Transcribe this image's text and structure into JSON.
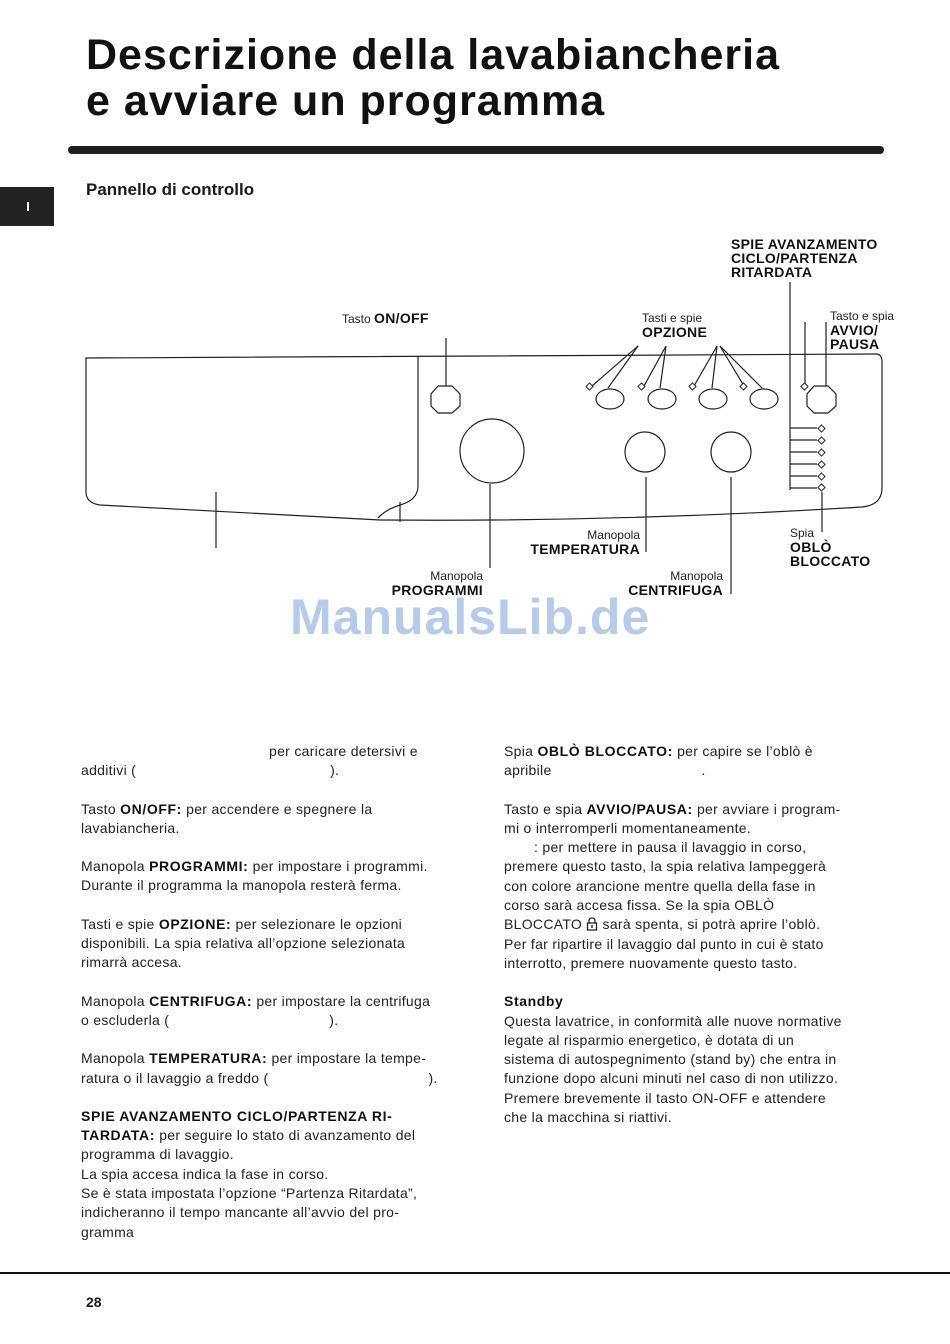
{
  "header": {
    "title_line1": "Descrizione della lavabiancheria",
    "title_line2": "e avviare un programma",
    "lang_tab": "I"
  },
  "section": {
    "title": "Pannello di controllo"
  },
  "diagram": {
    "spie_avanzamento": [
      "SPIE AVANZAMENTO",
      "CICLO/PARTENZA",
      "RITARDATA"
    ],
    "on_off_prefix": "Tasto",
    "on_off": "ON/OFF",
    "opzione_prefix": "Tasti e spie",
    "opzione": "OPZIONE",
    "avvio_prefix": "Tasto e spia",
    "avvio": [
      "AVVIO/",
      "PAUSA"
    ],
    "temperatura_prefix": "Manopola",
    "temperatura": "TEMPERATURA",
    "oblo_prefix": "Spia",
    "oblo": [
      "OBLÒ",
      "BLOCCATO"
    ],
    "programmi_prefix": "Manopola",
    "programmi": "PROGRAMMI",
    "centrifuga_prefix": "Manopola",
    "centrifuga": "CENTRIFUGA"
  },
  "watermark": "ManualsLib.de",
  "left_column": {
    "p1_a": "per caricare detersivi e",
    "p1_b": "additivi (",
    "p1_c": ").",
    "p2_label": "Tasto",
    "p2_bold": "ON/OFF:",
    "p2_text1": "per accendere e spegnere la",
    "p2_text2": "lavabiancheria.",
    "p3_label": "Manopola",
    "p3_bold": "PROGRAMMI:",
    "p3_text1": "per impostare i programmi.",
    "p3_text2": "Durante il programma la manopola resterà ferma.",
    "p4_label": "Tasti e spie",
    "p4_bold": "OPZIONE:",
    "p4_text1": "per selezionare le opzioni",
    "p4_text2": "disponibili. La spia relativa all’opzione selezionata",
    "p4_text3": "rimarrà accesa.",
    "p5_label": "Manopola",
    "p5_bold": "CENTRIFUGA:",
    "p5_text1": "per impostare la centrifuga",
    "p5_text2": "o escluderla (",
    "p5_text3": ").",
    "p6_label": "Manopola",
    "p6_bold": "TEMPERATURA:",
    "p6_text1": "per impostare la tempe-",
    "p6_text2": "ratura o il lavaggio a freddo (",
    "p6_text3": ").",
    "p7_bold1": "SPIE AVANZAMENTO CICLO/PARTENZA RI-",
    "p7_bold2": "TARDATA:",
    "p7_text1": "per seguire lo stato di avanzamento del",
    "p7_text2": "programma di lavaggio.",
    "p7_text3": "La spia accesa indica la fase in corso.",
    "p7_text4": "Se è stata impostata l’opzione “Partenza Ritardata”,",
    "p7_text5": "indicheranno il tempo mancante all’avvio del pro-",
    "p7_text6": "gramma"
  },
  "right_column": {
    "p1_label": "Spia",
    "p1_bold": "OBLÒ BLOCCATO:",
    "p1_text1": "per capire se l’oblò è",
    "p1_text2": "apribile",
    "p1_text3": ".",
    "p2_label": "Tasto e spia",
    "p2_bold": "AVVIO/PAUSA:",
    "p2_text1": "per avviare i program-",
    "p2_text2": "mi o interromperli momentaneamente.",
    "p2_text3": ": per mettere in pausa il lavaggio in corso,",
    "p2_text4": "premere questo tasto, la spia relativa lampeggerà",
    "p2_text5": "con colore arancione mentre quella della fase in",
    "p2_text6": "corso sarà accesa fissa. Se la spia OBLÒ",
    "p2_text7a": "BLOCCATO",
    "p2_text7b": "sarà spenta, si potrà aprire l’oblò.",
    "p2_text8": "Per far ripartire il lavaggio dal punto in cui è stato",
    "p2_text9": "interrotto, premere nuovamente questo tasto.",
    "p3_title": "Standby",
    "p3_text1": "Questa lavatrice, in conformità alle nuove normative",
    "p3_text2": "legate al risparmio energetico, è dotata di un",
    "p3_text3": "sistema di autospegnimento (stand by) che entra in",
    "p3_text4": "funzione dopo alcuni minuti nel caso di non utilizzo.",
    "p3_text5": "Premere brevemente il tasto ON-OFF e attendere",
    "p3_text6": "che la macchina si riattivi."
  },
  "footer": {
    "page_number": "28"
  }
}
